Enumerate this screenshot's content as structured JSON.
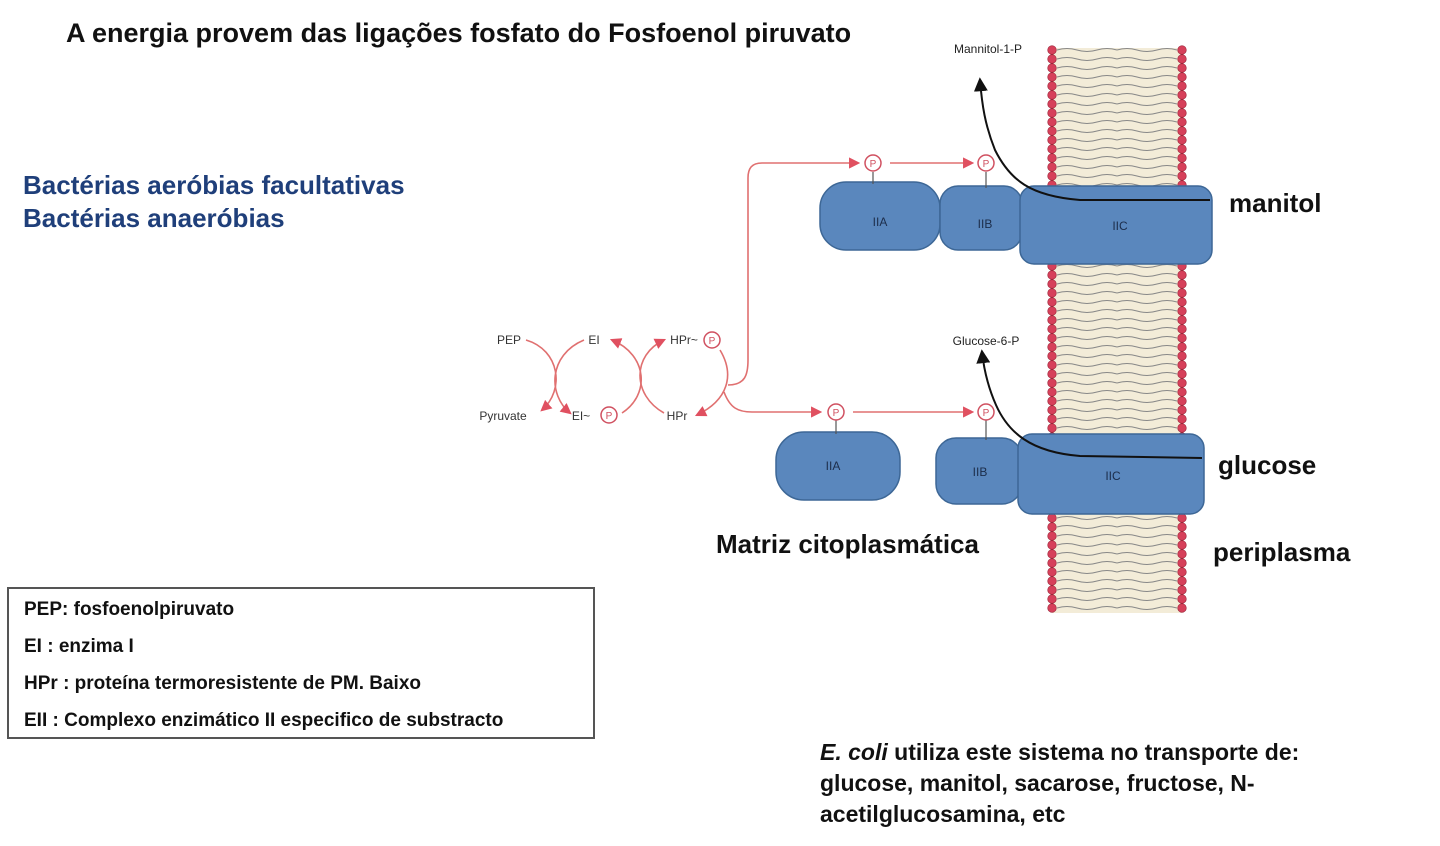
{
  "title": "A energia provem das ligações fosfato do Fosfoenol piruvato",
  "bacteria": [
    "Bactérias aeróbias facultativas",
    "Bactérias anaeróbias"
  ],
  "cycle": {
    "pep": "PEP",
    "pyruvate": "Pyruvate",
    "ei": "EI",
    "ei_p": "EI~",
    "hpr_p": "HPr~",
    "hpr": "HPr",
    "phosphate": "P"
  },
  "upper_system": {
    "iia": "IIA",
    "iib": "IIB",
    "iic": "IIC",
    "product": "Mannitol-1-P",
    "substrate_label": "manitol"
  },
  "lower_system": {
    "iia": "IIA",
    "iib": "IIB",
    "iic": "IIC",
    "product": "Glucose-6-P",
    "substrate_label": "glucose"
  },
  "matrix_label": "Matriz citoplasmática",
  "periplasm_label": "periplasma",
  "legend": [
    "PEP: fosfoenolpiruvato",
    "EI : enzima I",
    "HPr : proteína termoresistente de PM. Baixo",
    "EII : Complexo enzimático II especifico de substracto"
  ],
  "note": {
    "species": "E. coli",
    "line1_rest": " utiliza este sistema no transporte de:",
    "line2": "glucose, manitol, sacarose, fructose, N-",
    "line3": "acetilglucosamina, etc"
  },
  "colors": {
    "protein": "#5a87bd",
    "membrane_head": "#d6405a",
    "arrow": "#e07070",
    "bacteria_text": "#1f3f7a"
  }
}
